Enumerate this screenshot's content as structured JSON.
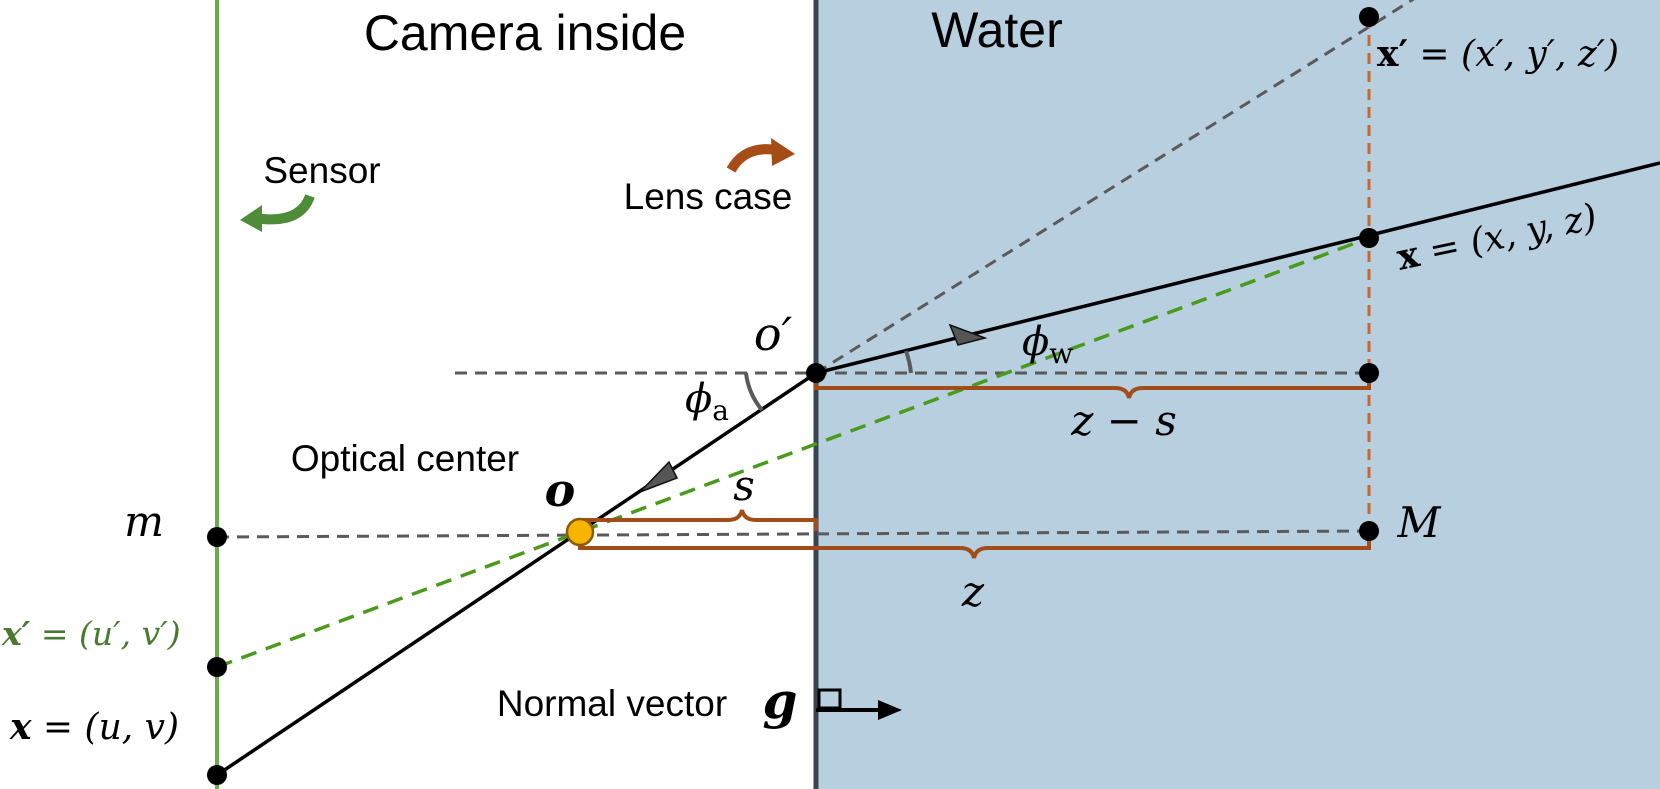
{
  "regions": {
    "camera_title": "Camera inside",
    "water_title": "Water"
  },
  "labels": {
    "sensor": "Sensor",
    "lens_case": "Lens case",
    "optical_center": "Optical center",
    "normal_vector": "Normal vector",
    "normal_symbol": "g"
  },
  "points": {
    "o": "o",
    "o_prime": "o′",
    "m": "m",
    "M": "M",
    "x_sensor_sym": "x",
    "x_sensor_rest": " = (u, v)",
    "xp_sensor_sym": "x′",
    "xp_sensor_rest": " = (u′, v′)",
    "X_world_sym": "x",
    "X_world_rest": " = (x, y, z)",
    "Xp_world_sym": "x′",
    "Xp_world_rest": " = (x′, y′, z′)"
  },
  "angles": {
    "phi_a": "ϕ",
    "phi_a_sub": "a",
    "phi_w": "ϕ",
    "phi_w_sub": "w"
  },
  "distances": {
    "s": "s",
    "z": "z",
    "z_minus_s": "z − s"
  },
  "colors": {
    "water": "#b7cfdf",
    "glass": "#3a4352",
    "sensor": "#6aab4c",
    "ray": "#000000",
    "dashed_gray": "#5a5a5a",
    "dashed_green": "#4a9a1c",
    "bracket": "#a04d1a",
    "vertical_orange": "#c8682a",
    "optical_center_fill": "#f7b500",
    "sensor_arrow": "#4e8c3a",
    "lens_arrow": "#a64c16"
  }
}
